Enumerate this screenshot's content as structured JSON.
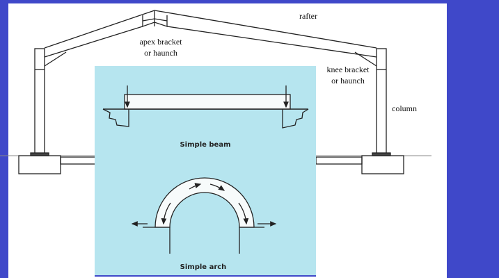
{
  "frame_labels": {
    "rafter": "rafter",
    "apex_line1": "apex bracket",
    "apex_line2": "or haunch",
    "knee_line1": "knee bracket",
    "knee_line2": "or haunch",
    "column": "column"
  },
  "inset": {
    "beam_caption": "Simple beam",
    "arch_caption": "Simple arch"
  },
  "colors": {
    "background": "#3f48c9",
    "panel": "#ffffff",
    "inset": "#b6e5ef"
  }
}
